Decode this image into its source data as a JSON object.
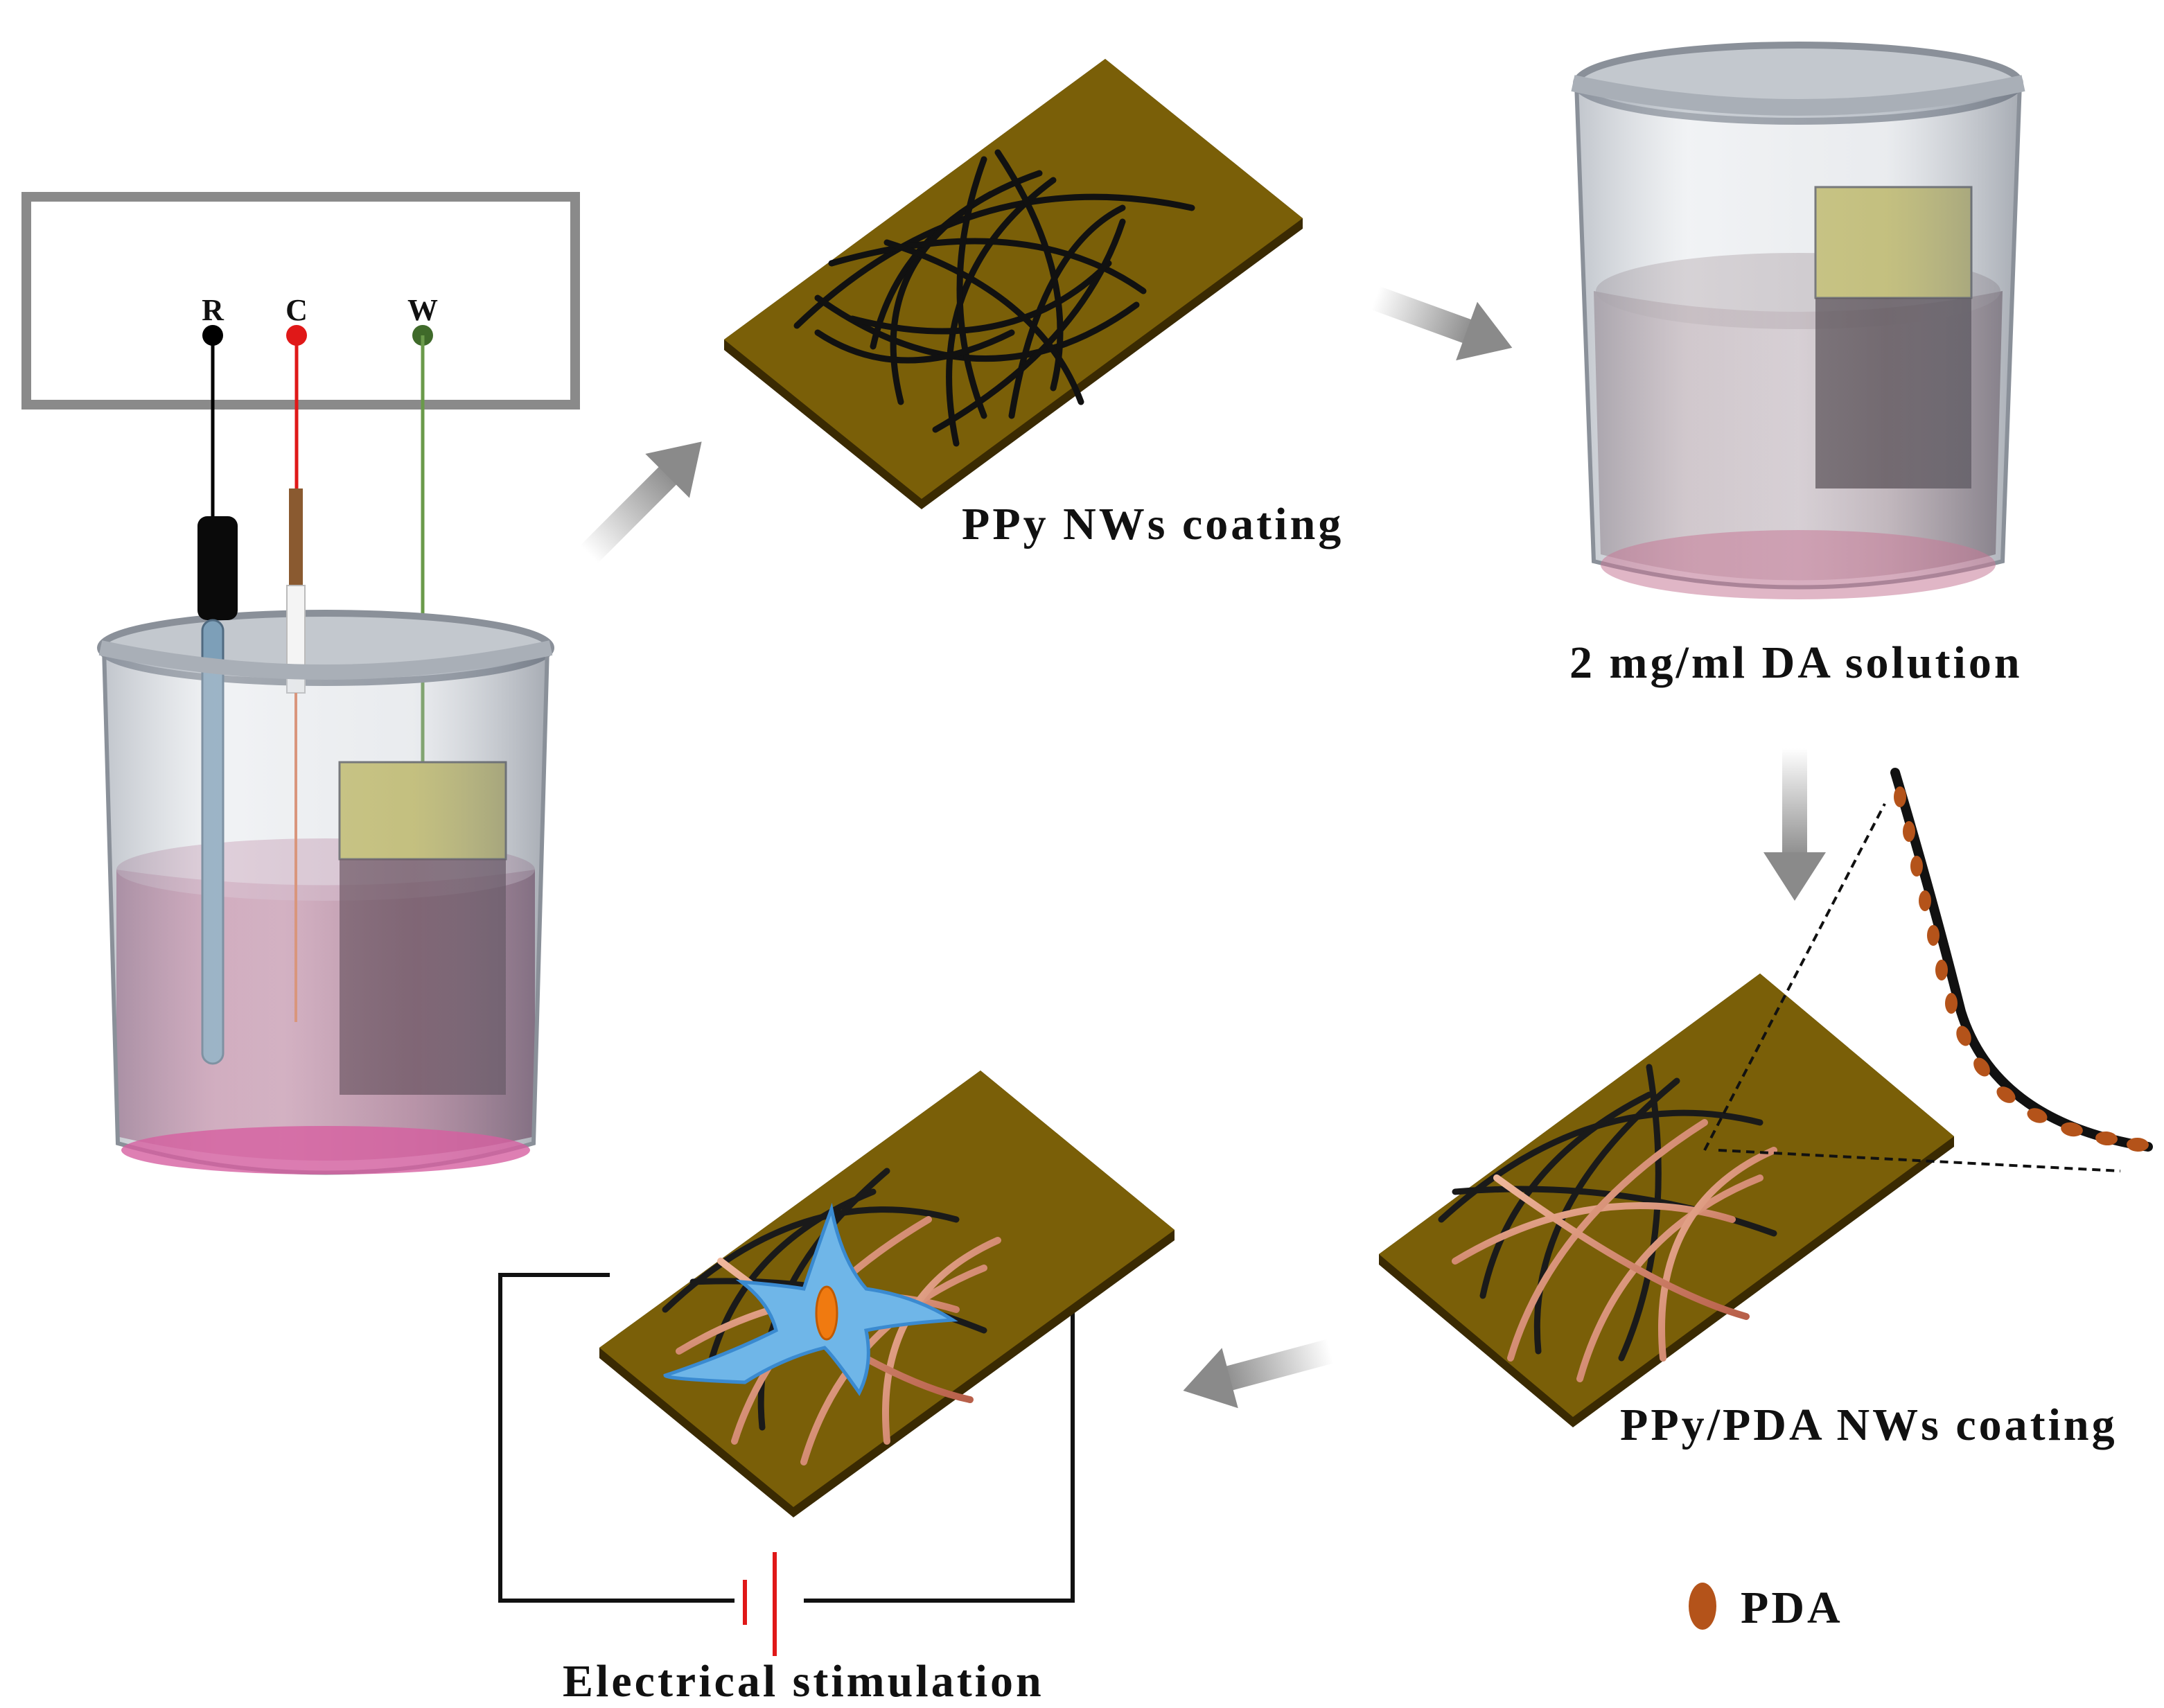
{
  "electrodes": {
    "r": "R",
    "c": "C",
    "w": "W"
  },
  "labels": {
    "ppy_coating": "PPy NWs coating",
    "da_solution": "2 mg/ml DA solution",
    "ppy_pda_coating": "PPy/PDA NWs coating",
    "stimulation": "Electrical stimulation",
    "legend_pda": "PDA"
  },
  "colors": {
    "substrate_top": "#7a5f08",
    "substrate_edge": "#3a2a02",
    "gold_electrode": "#c9c060",
    "solution_pink": "#b04a7a",
    "pda_particle": "#b4531a",
    "ppy_fiber": "#1a1a1a",
    "pda_fiber": "#d89070",
    "cell_blue": "#6fb6e8",
    "cell_nucleus": "#f07a10",
    "wire_red": "#e01818",
    "wire_green": "#5a8a3a",
    "battery_red": "#e01818"
  },
  "icons": {
    "legend_marker": "pda-particle-icon",
    "arrow": "process-arrow-icon"
  }
}
